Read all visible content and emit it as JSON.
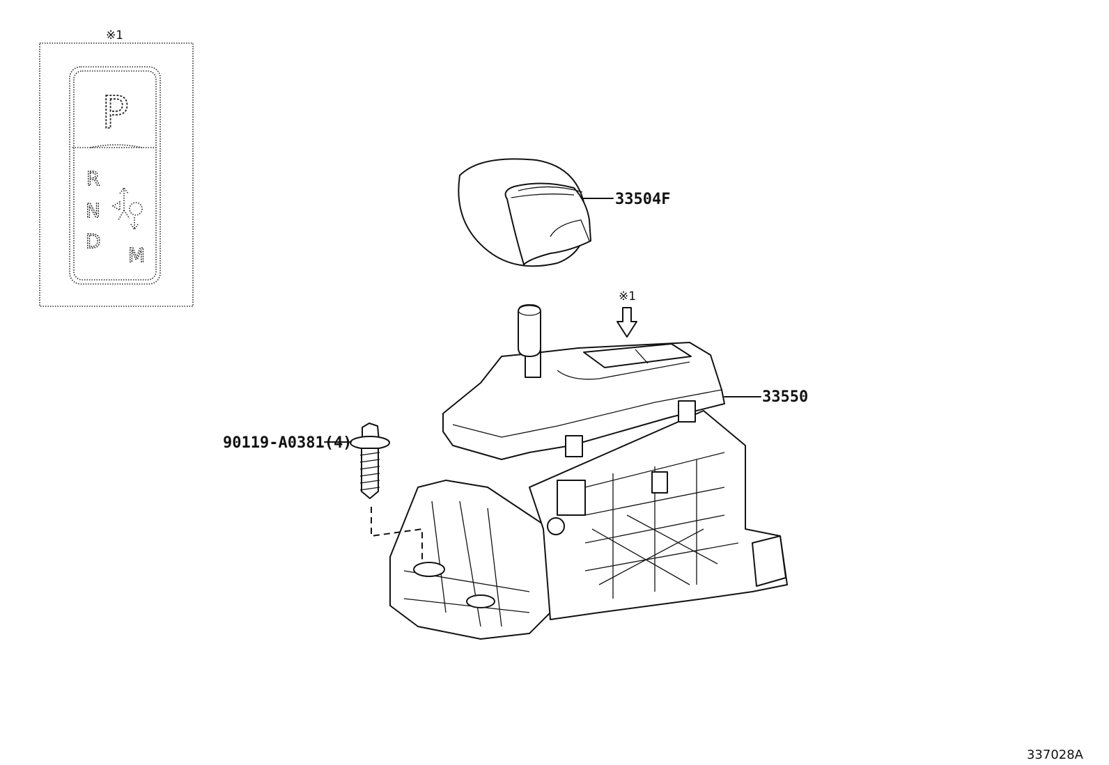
{
  "inset": {
    "note_mark": "※1",
    "gate_labels": {
      "p": "P",
      "r": "R",
      "n": "N",
      "d": "D",
      "m": "M"
    }
  },
  "arrow_note": "※1",
  "callouts": {
    "knob": "33504F",
    "assembly": "33550",
    "bolt": "90119-A0381(4)"
  },
  "figure_id": "337028A",
  "icons": [
    "shift-arrow-icon",
    "down-arrow-icon"
  ]
}
